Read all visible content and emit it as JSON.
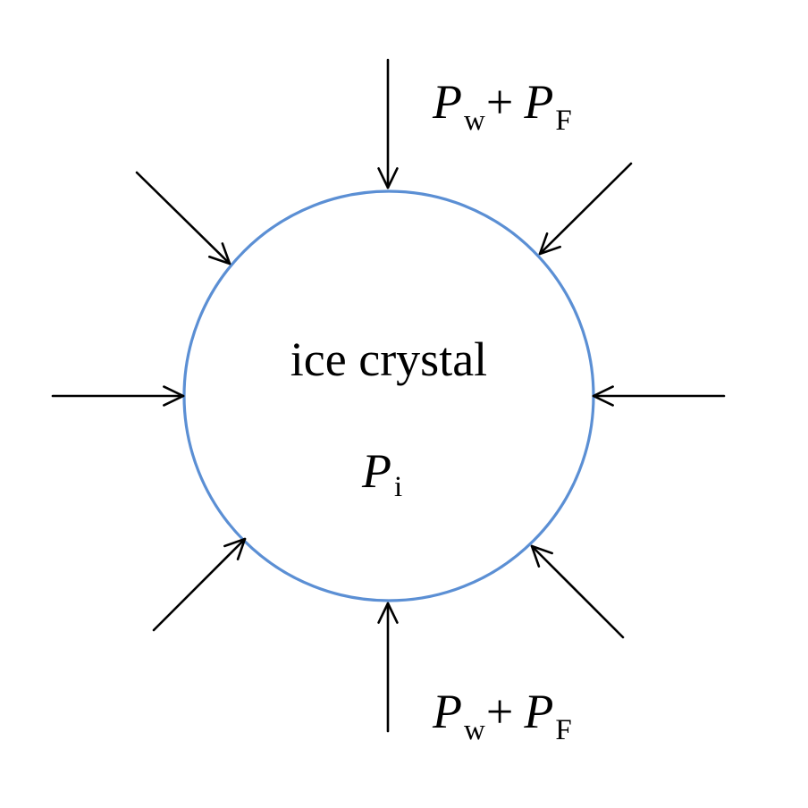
{
  "diagram": {
    "crystal": {
      "label": "ice crystal",
      "outline_color": "#5b8fd4",
      "pressure": {
        "symbol": "P",
        "subscript": "i"
      }
    },
    "arrows": [
      {
        "name": "arrow-top",
        "direction": "inward"
      },
      {
        "name": "arrow-top-right",
        "direction": "inward"
      },
      {
        "name": "arrow-right",
        "direction": "inward"
      },
      {
        "name": "arrow-bottom-right",
        "direction": "inward"
      },
      {
        "name": "arrow-bottom",
        "direction": "inward"
      },
      {
        "name": "arrow-bottom-left",
        "direction": "inward"
      },
      {
        "name": "arrow-left",
        "direction": "inward"
      },
      {
        "name": "arrow-top-left",
        "direction": "inward"
      }
    ],
    "external_pressure_top": {
      "term1_symbol": "P",
      "term1_subscript": "w",
      "operator": "+",
      "term2_symbol": "P",
      "term2_subscript": "F"
    },
    "external_pressure_bottom": {
      "term1_symbol": "P",
      "term1_subscript": "w",
      "operator": "+",
      "term2_symbol": "P",
      "term2_subscript": "F"
    }
  }
}
